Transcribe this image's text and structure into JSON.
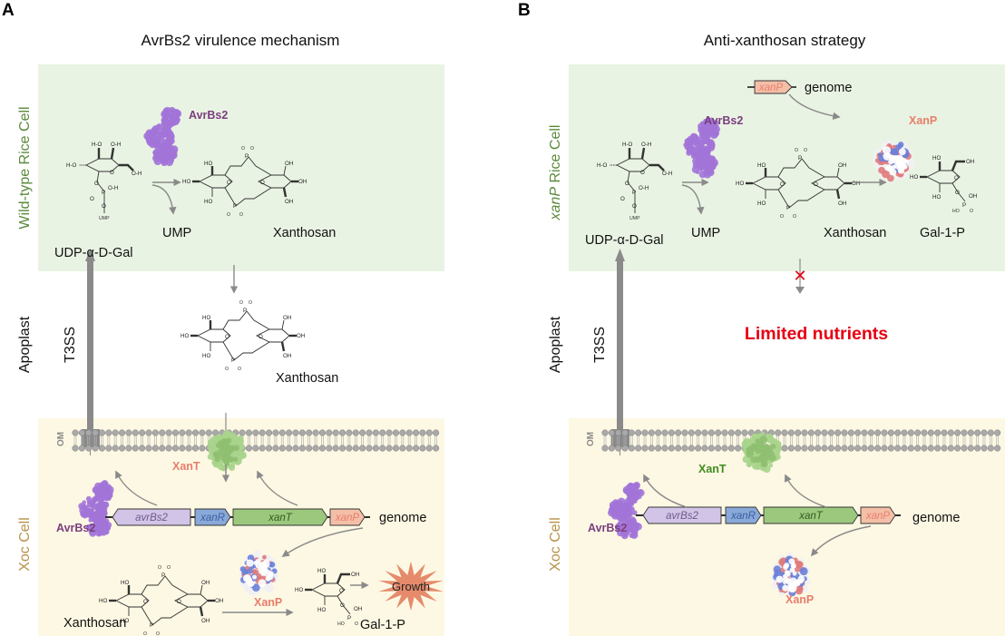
{
  "figure": {
    "panels": [
      {
        "letter": "A",
        "title": "AvrBs2 virulence mechanism",
        "host_cell_label": "Wild-type Rice Cell",
        "apoplast_label": "Apoplast",
        "pathogen_cell_label": "Xoc Cell",
        "secretion_system_label": "T3SS",
        "membrane_label": "OM",
        "host": {
          "effector": "AvrBs2",
          "substrate": "UDP-α-D-Gal",
          "substrate_group": "UMP",
          "byproduct": "UMP",
          "product": "Xanthosan"
        },
        "apoplast": {
          "metabolite": "Xanthosan"
        },
        "pathogen": {
          "transporter": "XanT",
          "effector": "AvrBs2",
          "genome_label": "genome",
          "genes": [
            "avrBs2",
            "xanR",
            "xanT",
            "xanP"
          ],
          "enzyme": "XanP",
          "substrate": "Xanthosan",
          "product": "Gal-1-P",
          "outcome": "Growth"
        }
      },
      {
        "letter": "B",
        "title": "Anti-xanthosan strategy",
        "host_cell_label_italic": "xanP",
        "host_cell_label_rest": " Rice Cell",
        "apoplast_label": "Apoplast",
        "pathogen_cell_label": "Xoc Cell",
        "secretion_system_label": "T3SS",
        "membrane_label": "OM",
        "host": {
          "transgene": "xanP",
          "transgene_genome_label": "genome",
          "effector": "AvrBs2",
          "enzyme": "XanP",
          "substrate": "UDP-α-D-Gal",
          "substrate_group": "UMP",
          "byproduct": "UMP",
          "intermediate": "Xanthosan",
          "product": "Gal-1-P"
        },
        "apoplast": {
          "blocked_symbol": "✕",
          "message": "Limited nutrients"
        },
        "pathogen": {
          "transporter": "XanT",
          "effector": "AvrBs2",
          "genome_label": "genome",
          "genes": [
            "avrBs2",
            "xanR",
            "xanT",
            "xanP"
          ],
          "enzyme": "XanP"
        }
      }
    ],
    "chem_atoms": {
      "ho": "HO",
      "oh": "OH",
      "o": "O",
      "p": "P",
      "h_o": "H-O",
      "o_h": "O-H",
      "ump": "UMP"
    },
    "colors": {
      "host_cell_bg": "#e9f3e3",
      "pathogen_cell_bg": "#fdf8e3",
      "host_label": "#5b8a3c",
      "pathogen_label": "#b8924a",
      "avrbs2": "#a274d8",
      "avrbs2_label": "#7b3f7f",
      "xanp_label": "#e87e6c",
      "xant_label_a": "#e87e6c",
      "xant_label_b": "#3f8c1f",
      "xant_protein": "#a9d48c",
      "gene_avrbs2": "#d2c4e6",
      "gene_xanr": "#89a9d8",
      "gene_xant": "#9cc87e",
      "gene_xanp": "#f4bfa8",
      "growth_star": "#e58b6c",
      "limited_nutrients": "#e60012",
      "arrow_gray": "#8a8a8a",
      "membrane_head": "#a9a9a9"
    }
  }
}
